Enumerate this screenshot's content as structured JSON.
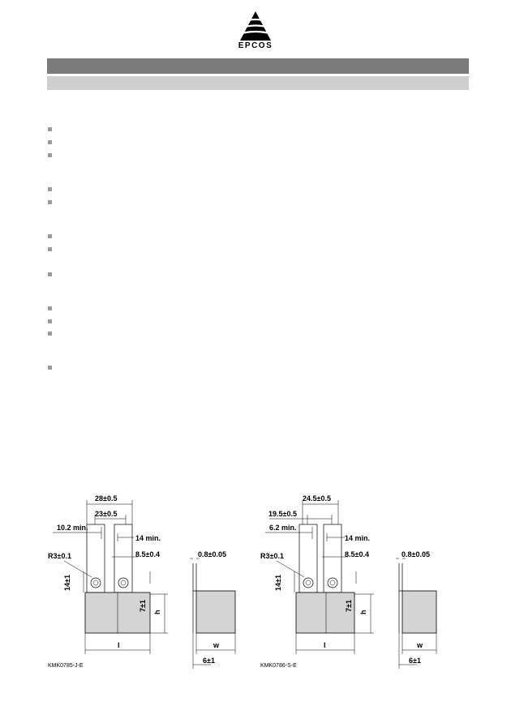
{
  "header": {
    "logo_text": "EPCOS"
  },
  "drawings": [
    {
      "dims": {
        "outer_width": "28±0.5",
        "inner_width": "23±0.5",
        "min_left": "10.2 min.",
        "min_right": "14 min.",
        "hole_spacing": "8.5±0.4",
        "radius": "R3±0.1",
        "lead_height": "14±1",
        "offset": "7±1",
        "height": "h",
        "length": "l",
        "thickness": "0.8±0.05",
        "width": "w",
        "bottom": "6±1"
      },
      "code": "KMK0785-J-E"
    },
    {
      "dims": {
        "outer_width": "24.5±0.5",
        "inner_width": "19.5±0.5",
        "min_left": "6.2 min.",
        "min_right": "14 min.",
        "hole_spacing": "8.5±0.4",
        "radius": "R3±0.1",
        "lead_height": "14±1",
        "offset": "7±1",
        "height": "h",
        "length": "l",
        "thickness": "0.8±0.05",
        "width": "w",
        "bottom": "6±1"
      },
      "code": "KMK0786-S-E"
    }
  ]
}
